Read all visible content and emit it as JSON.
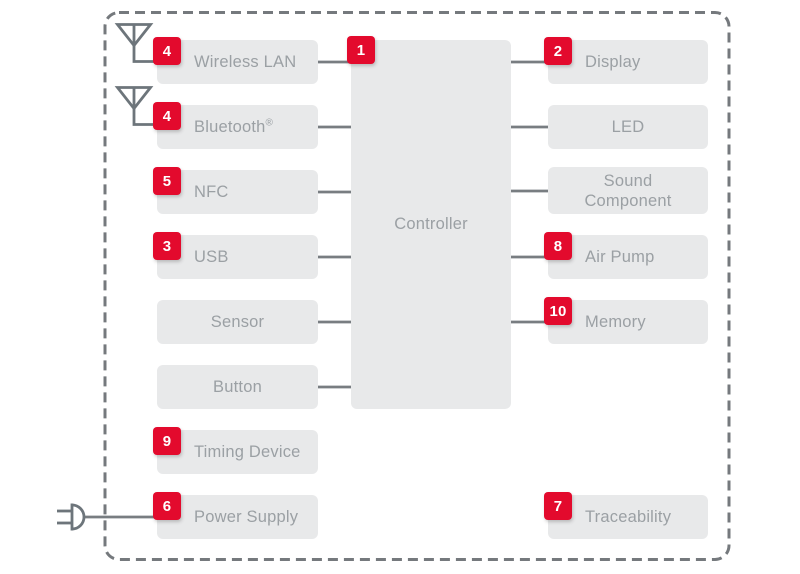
{
  "diagram": {
    "controller": {
      "badge": "1",
      "label": "Controller"
    },
    "left_blocks": [
      {
        "badge": "4",
        "label": "Wireless LAN",
        "icon": "antenna-icon",
        "connected_to_controller": true
      },
      {
        "badge": "4",
        "label": "Bluetooth",
        "registered_mark": "®",
        "icon": "antenna-icon",
        "connected_to_controller": true
      },
      {
        "badge": "5",
        "label": "NFC",
        "connected_to_controller": true
      },
      {
        "badge": "3",
        "label": "USB",
        "connected_to_controller": true
      },
      {
        "label": "Sensor",
        "connected_to_controller": true
      },
      {
        "label": "Button",
        "connected_to_controller": true
      },
      {
        "badge": "9",
        "label": "Timing Device",
        "connected_to_controller": false
      },
      {
        "badge": "6",
        "label": "Power Supply",
        "icon": "power-plug-icon",
        "connected_to_controller": false
      }
    ],
    "right_blocks": [
      {
        "badge": "2",
        "label": "Display",
        "connected_to_controller": true
      },
      {
        "label": "LED",
        "connected_to_controller": true
      },
      {
        "label": "Sound Component",
        "lines": [
          "Sound",
          "Component"
        ],
        "connected_to_controller": true
      },
      {
        "badge": "8",
        "label": "Air Pump",
        "connected_to_controller": true
      },
      {
        "badge": "10",
        "label": "Memory",
        "connected_to_controller": true
      },
      {
        "badge": "7",
        "label": "Traceability",
        "connected_to_controller": false
      }
    ],
    "colors": {
      "badge_red": "#e30a2d",
      "block_bg": "#e8e9ea",
      "label_gray": "#9ba0a4",
      "line_gray": "#787d81",
      "border_gray": "#75797d",
      "icon_gray": "#6d757b"
    }
  }
}
